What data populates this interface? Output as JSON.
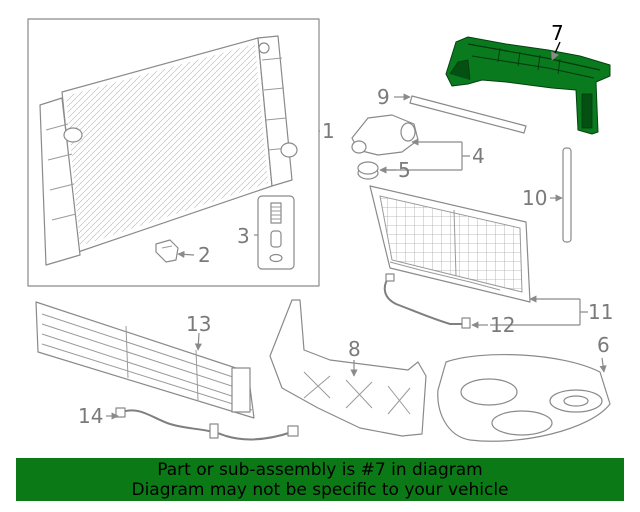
{
  "diagram": {
    "highlighted_part": "7",
    "colors": {
      "highlight": "#0a7a1f",
      "banner": "#0b7a16",
      "line": "#8a8a8a"
    },
    "callouts": {
      "c1": "1",
      "c2": "2",
      "c3": "3",
      "c4": "4",
      "c5": "5",
      "c6": "6",
      "c7": "7",
      "c8": "8",
      "c9": "9",
      "c10": "10",
      "c11": "11",
      "c12": "12",
      "c13": "13",
      "c14": "14"
    }
  },
  "banner": {
    "line1": "Part or sub-assembly is #7 in diagram",
    "line2": "Diagram may not be specific to your vehicle"
  }
}
